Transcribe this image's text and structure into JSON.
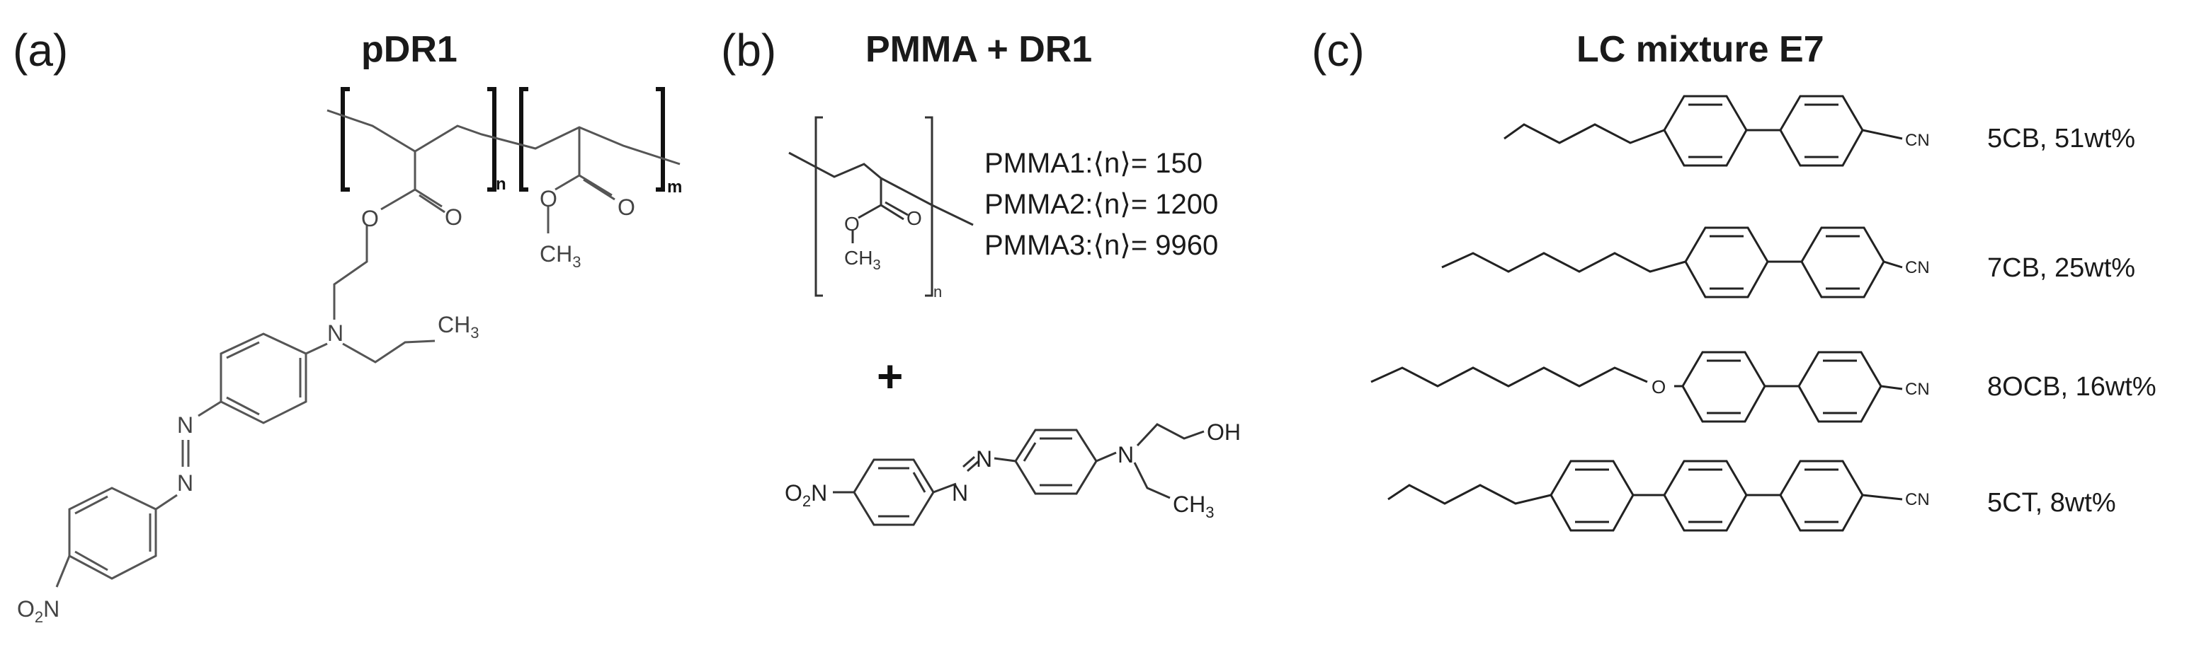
{
  "panels": [
    {
      "label": "(a)",
      "title": "pDR1"
    },
    {
      "label": "(b)",
      "title": "PMMA + DR1"
    },
    {
      "label": "(c)",
      "title": "LC mixture E7"
    }
  ],
  "pdr1": {
    "sub_n": "n",
    "sub_m": "m",
    "o1": "O",
    "o2": "O",
    "o3": "O",
    "o4": "O",
    "ch3_top_c": "CH",
    "ch3_top_3": "3",
    "n_amine": "N",
    "ch3_ethyl_c": "CH",
    "ch3_ethyl_3": "3",
    "n_azo1": "N",
    "n_azo2": "N",
    "o2n_o": "O",
    "o2n_2": "2",
    "o2n_n": "N"
  },
  "pmma": {
    "sub_n": "n",
    "o1": "O",
    "o2": "O",
    "ch3_c": "CH",
    "ch3_3": "3",
    "variants": [
      {
        "name": "PMMA1",
        "n": "150"
      },
      {
        "name": "PMMA2",
        "n": "1200"
      },
      {
        "name": "PMMA3",
        "n": "9960"
      }
    ],
    "plus": "+"
  },
  "dr1": {
    "o2n_o": "O",
    "o2n_2": "2",
    "o2n_n": "N",
    "n_azo1": "N",
    "n_azo2": "N",
    "n_amine": "N",
    "oh": "OH",
    "ch3_c": "CH",
    "ch3_3": "3"
  },
  "e7": {
    "components": [
      {
        "label": "5CB, 51wt%",
        "cn": "CN"
      },
      {
        "label": "7CB, 25wt%",
        "cn": "CN",
        "ether_o": ""
      },
      {
        "label": "8OCB, 16wt%",
        "cn": "CN",
        "ether_o": "O"
      },
      {
        "label": "5CT, 8wt%",
        "cn": "CN"
      }
    ]
  }
}
